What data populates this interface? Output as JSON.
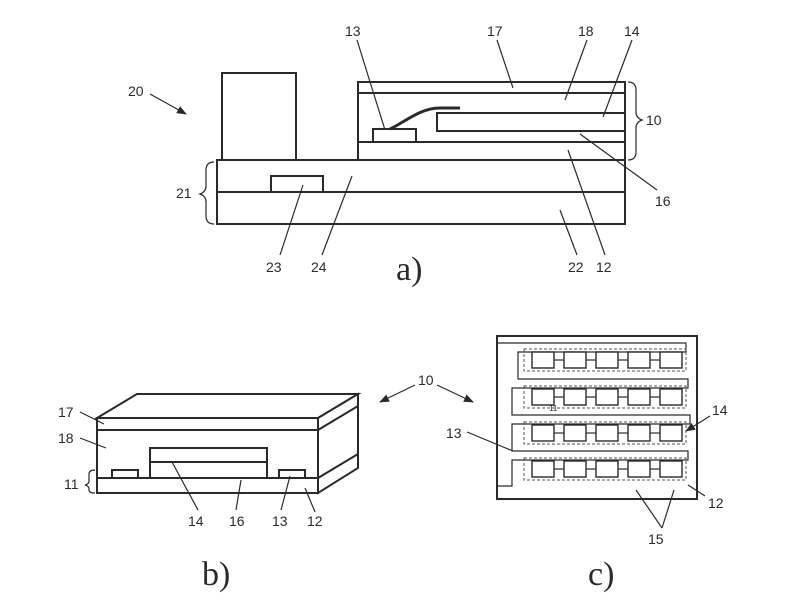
{
  "panel_a": {
    "letter": "a)",
    "labels": {
      "l20": "20",
      "l13": "13",
      "l17": "17",
      "l18": "18",
      "l14": "14",
      "l10": "10",
      "l16": "16",
      "l21": "21",
      "l23": "23",
      "l24": "24",
      "l22": "22",
      "l12": "12"
    }
  },
  "panel_b": {
    "letter": "b)",
    "labels": {
      "l17": "17",
      "l18": "18",
      "l11": "11",
      "l14": "14",
      "l16": "16",
      "l13": "13",
      "l12": "12"
    }
  },
  "panel_c": {
    "letter": "c)",
    "labels": {
      "l13": "13",
      "l14": "14",
      "l11": "11",
      "l12": "12",
      "l15": "15"
    }
  },
  "shared": {
    "l10": "10"
  }
}
